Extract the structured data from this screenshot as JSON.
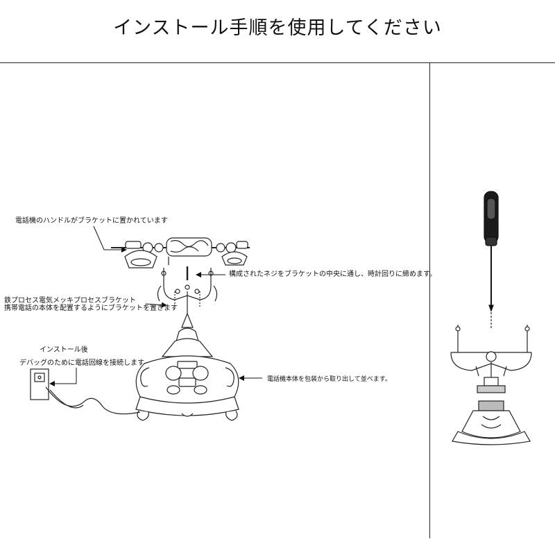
{
  "title": "インストール手順を使用してください",
  "labels": {
    "handle": "電話機のハンドルがブラケットに置かれています",
    "screw": "構成されたネジをブラケットの中央に通し、時計回りに締めます。",
    "bracket_line1": "鉄プロセス電気メッキプロセスブラケット",
    "bracket_line2": "携帯電話の本体を配置するようにブラケットを置きます",
    "after_install": "インストール後",
    "debug": "デバッグのために電話回線を接続します",
    "body": "電話機本体を包装から取り出して並べます。"
  }
}
